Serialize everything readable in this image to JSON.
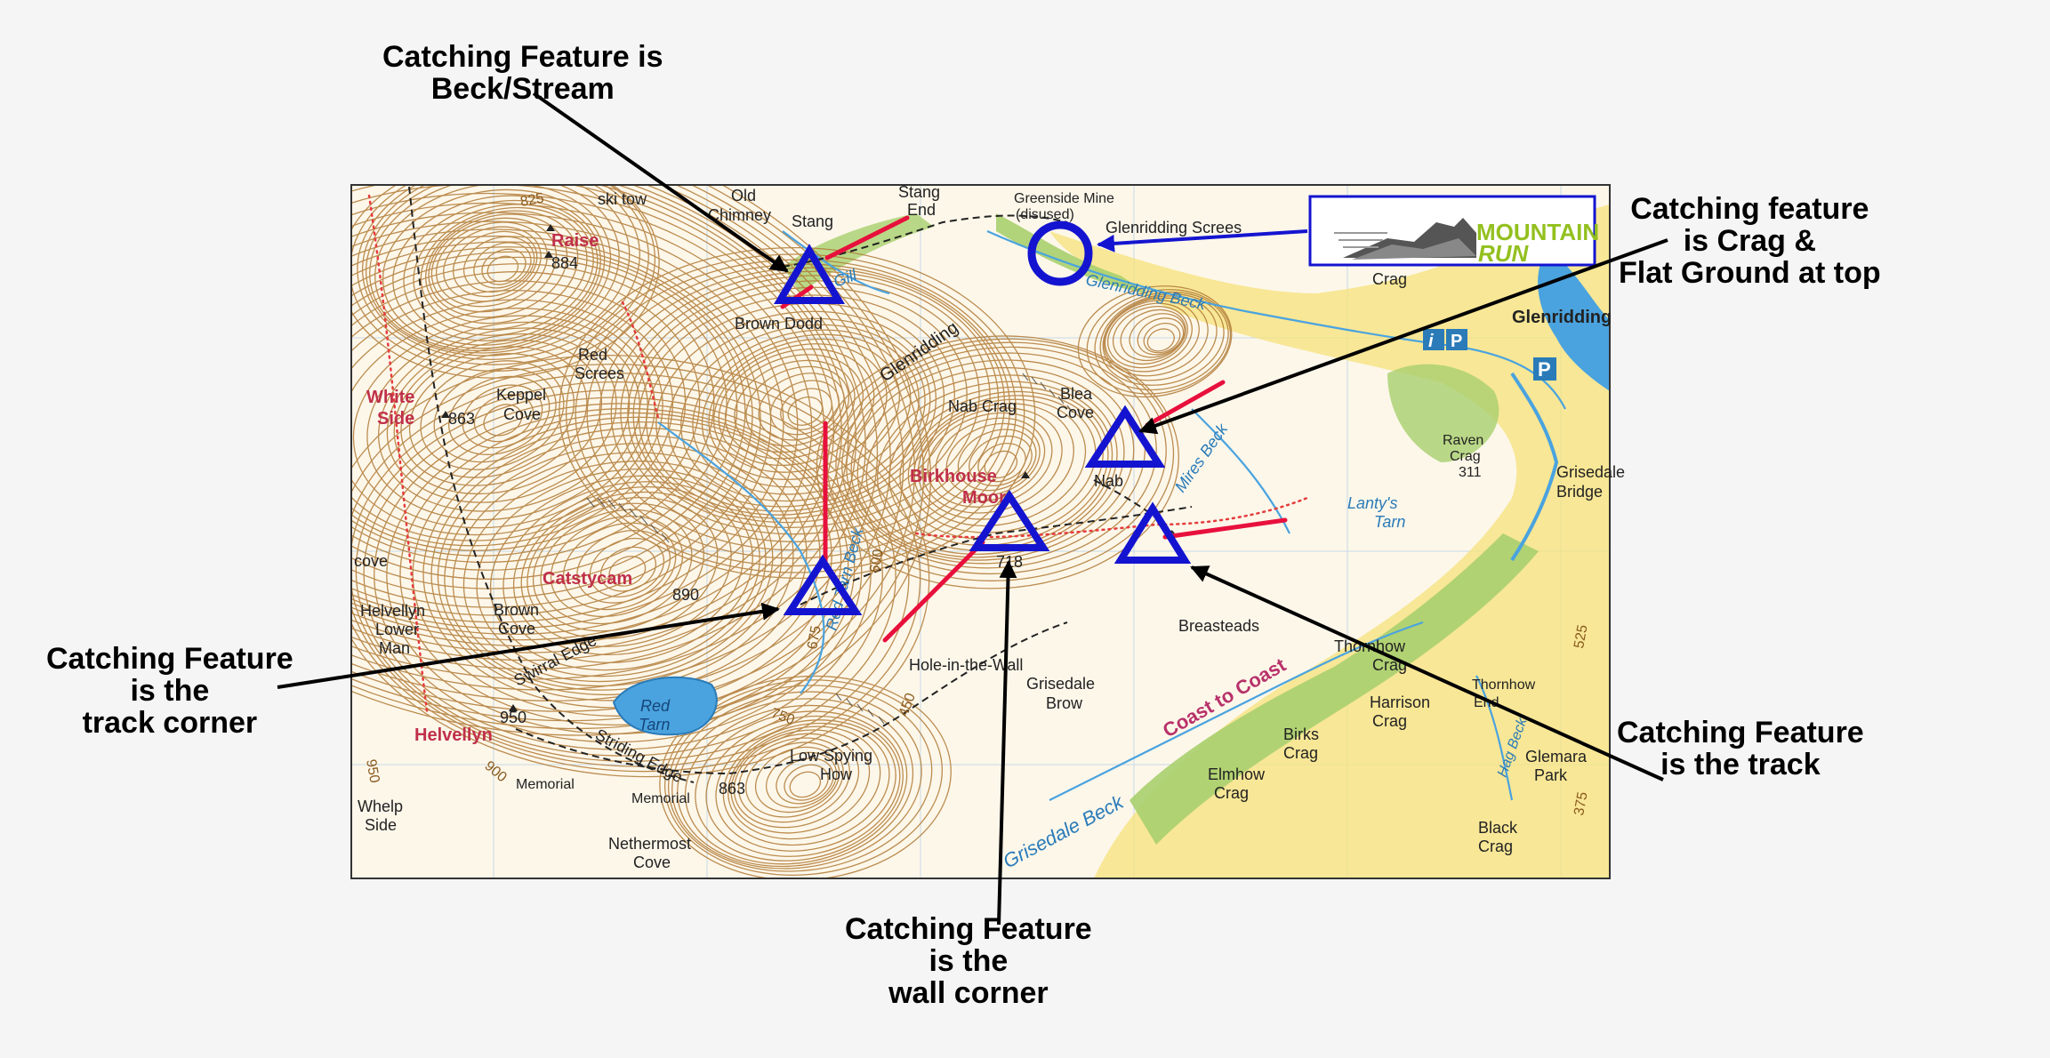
{
  "callouts": {
    "beck": [
      "Catching Feature is",
      "Beck/Stream"
    ],
    "crag": [
      "Catching feature",
      "is Crag &",
      "Flat Ground at top"
    ],
    "track_corner": [
      "Catching Feature",
      "is the",
      "track corner"
    ],
    "wall_corner": [
      "Catching Feature",
      "is the",
      "wall corner"
    ],
    "track": [
      "Catching Feature",
      "is the track"
    ]
  },
  "logo": {
    "line1": "MOUNTAIN",
    "line2": "RUN"
  },
  "map_labels": {
    "raise": "Raise",
    "raise_h": "884",
    "white_side_1": "White",
    "white_side_2": "Side",
    "white_side_h": "863",
    "keppel_1": "Keppel",
    "keppel_2": "Cove",
    "red_screes_1": "Red",
    "red_screes_2": "Screes",
    "old_chimney_1": "Old",
    "old_chimney_2": "Chimney",
    "stang": "Stang",
    "stang_end_1": "Stang",
    "stang_end_2": "End",
    "ski_tow": "ski tow",
    "brown_dodd": "Brown Dodd",
    "greenside_1": "Greenside Mine",
    "greenside_2": "(disused)",
    "glenridding_screes": "Glenridding Screes",
    "glenridding_beck": "Glenridding Beck",
    "glenridding": "Glenridding",
    "glenridding_vil": "Glenridding",
    "crag": "Crag",
    "nab_crag": "Nab Crag",
    "blea_1": "Blea",
    "blea_2": "Cove",
    "birkhouse_1": "Birkhouse",
    "birkhouse_2": "Moor",
    "nab": "Nab",
    "spot_718": "718",
    "mires_beck": "Mires Beck",
    "lantys_1": "Lanty's",
    "lantys_2": "Tarn",
    "raven_1": "Raven",
    "raven_2": "Crag",
    "raven_3": "311",
    "grisedale_br_1": "Grisedale",
    "grisedale_br_2": "Bridge",
    "catstycam": "Catstycam",
    "catstycam_h": "890",
    "helvellyn_lm_1": "Helvellyn",
    "helvellyn_lm_2": "Lower",
    "helvellyn_lm_3": "Man",
    "brown_cove_1": "Brown",
    "brown_cove_2": "Cove",
    "cove": "cove",
    "swirral_edge": "Swirral Edge",
    "red_tarn_1": "Red",
    "red_tarn_2": "Tarn",
    "h950": "950",
    "helvellyn": "Helvellyn",
    "striding_edge": "Striding Edge",
    "memorial_1": "Memorial",
    "memorial_2": "Memorial",
    "h863b": "863",
    "whelp_1": "Whelp",
    "whelp_2": "Side",
    "nethermost_1": "Nethermost",
    "nethermost_2": "Cove",
    "low_spying_1": "Low Spying",
    "low_spying_2": "How",
    "hole_in_wall": "Hole-in-the-Wall",
    "grisedale_brow_1": "Grisedale",
    "grisedale_brow_2": "Brow",
    "breasteads": "Breasteads",
    "thornhow_1": "Thornhow",
    "thornhow_2": "Crag",
    "thornhow_end_1": "Thornhow",
    "thornhow_end_2": "End",
    "coast": "Coast to Coast",
    "birks_1": "Birks",
    "birks_2": "Crag",
    "harrison_1": "Harrison",
    "harrison_2": "Crag",
    "grisedale_beck": "Grisedale Beck",
    "elmhow_1": "Elmhow",
    "elmhow_2": "Crag",
    "glemara_1": "Glemara",
    "glemara_2": "Park",
    "black_crag_1": "Black",
    "black_crag_2": "Crag",
    "hag_beck": "Hag Beck",
    "red_tarn_beck": "Red Tarn Beck",
    "gill": "Gill",
    "c825": "825",
    "c750": "750",
    "c675": "675",
    "c600": "600",
    "c525": "525",
    "c375": "375",
    "c450": "450",
    "c900": "900",
    "c950": "950",
    "i_sign": "i",
    "p_sign": "P",
    "p_sign2": "P"
  },
  "colors": {
    "triangle": "#1414d0",
    "red_line": "#e8103c",
    "contour": "#b07a35",
    "water": "#4aa3df",
    "fell": "#fdf7ea",
    "village": "#f6e27a",
    "wood": "#a8cf6e"
  }
}
